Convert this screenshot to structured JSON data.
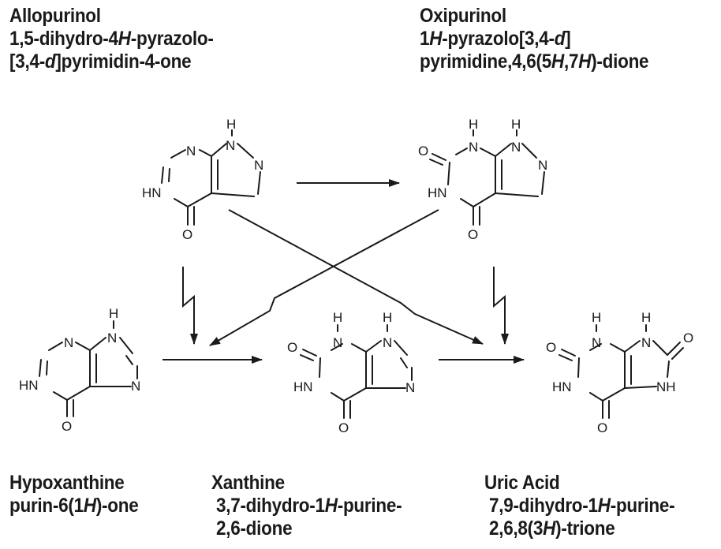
{
  "compounds": {
    "allopurinol": {
      "name": "Allopurinol",
      "iupac_line1": "1,5-dihydro-4",
      "iupac_h": "H",
      "iupac_line1b": "-pyrazolo-",
      "iupac_line2a": "[3,4-",
      "iupac_line2b": "d",
      "iupac_line2c": "]pyrimidin-4-one"
    },
    "oxipurinol": {
      "name": "Oxipurinol",
      "line1a": "1",
      "line1b": "H",
      "line1c": "-pyrazolo[3,4-",
      "line1d": "d",
      "line1e": "]",
      "line2a": "pyrimidine,4,6(5",
      "line2b": "H",
      "line2c": ",7",
      "line2d": "H",
      "line2e": ")-dione"
    },
    "hypoxanthine": {
      "name": "Hypoxanthine",
      "line1a": "purin-6(1",
      "line1b": "H",
      "line1c": ")-one"
    },
    "xanthine": {
      "name": "Xanthine",
      "line1a": " 3,7-dihydro-1",
      "line1b": "H",
      "line1c": "-purine-",
      "line2": " 2,6-dione"
    },
    "uric_acid": {
      "name": "Uric Acid",
      "line1a": " 7,9-dihydro-1",
      "line1b": "H",
      "line1c": "-purine-",
      "line2a": " 2,6,8(3",
      "line2b": "H",
      "line2c": ")-trione"
    }
  },
  "atoms": {
    "H": "H",
    "N": "N",
    "HN": "HN",
    "NH": "NH",
    "O": "O"
  }
}
